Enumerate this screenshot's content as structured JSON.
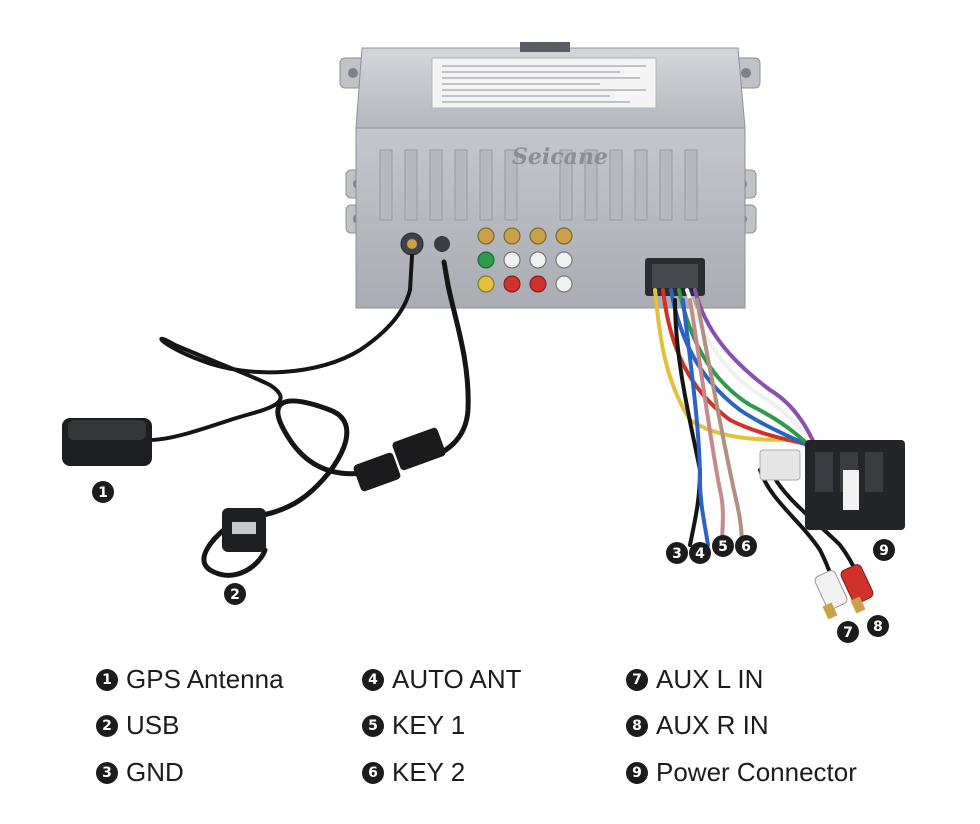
{
  "brand": {
    "logo_text": "Seicane"
  },
  "callouts": [
    {
      "number": "1"
    },
    {
      "number": "2"
    },
    {
      "number": "3"
    },
    {
      "number": "4"
    },
    {
      "number": "5"
    },
    {
      "number": "6"
    },
    {
      "number": "7"
    },
    {
      "number": "8"
    },
    {
      "number": "9"
    }
  ],
  "legend": {
    "items": [
      {
        "number": "1",
        "label": "GPS Antenna"
      },
      {
        "number": "2",
        "label": "USB"
      },
      {
        "number": "3",
        "label": "GND"
      },
      {
        "number": "4",
        "label": "AUTO ANT"
      },
      {
        "number": "5",
        "label": "KEY 1"
      },
      {
        "number": "6",
        "label": "KEY 2"
      },
      {
        "number": "7",
        "label": "AUX L IN"
      },
      {
        "number": "8",
        "label": "AUX R IN"
      },
      {
        "number": "9",
        "label": "Power Connector"
      }
    ]
  },
  "colors": {
    "chassis": "#c9ccd1",
    "chassis_dark": "#9a9ea5",
    "cable": "#151515",
    "rca_red": "#d0322b",
    "rca_white": "#f2f2f2",
    "rca_gold": "#c9a14a",
    "badge": "#1c1c1c"
  }
}
